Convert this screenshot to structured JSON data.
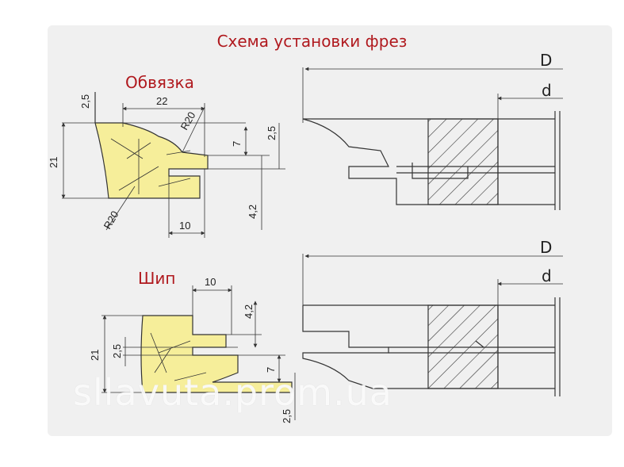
{
  "title": "Схема установки фрез",
  "sections": {
    "top": {
      "label": "Обвязка",
      "dims": {
        "d1": "2,5",
        "d2": "22",
        "d3": "R20",
        "d4": "21",
        "d5": "7",
        "d6": "2,5",
        "d7": "R20",
        "d8": "10",
        "d9": "4,2"
      },
      "D": "D",
      "d": "d"
    },
    "bottom": {
      "label": "Шип",
      "dims": {
        "d1": "10",
        "d2": "4,2",
        "d3": "21",
        "d4": "2,5",
        "d5": "7",
        "d6": "2,5"
      },
      "D": "D",
      "d": "d"
    }
  },
  "watermark": "sllavuta.prom.ua",
  "colors": {
    "cutter_fill": "#f6ee9a",
    "title": "#b0191e",
    "line": "#333333"
  }
}
